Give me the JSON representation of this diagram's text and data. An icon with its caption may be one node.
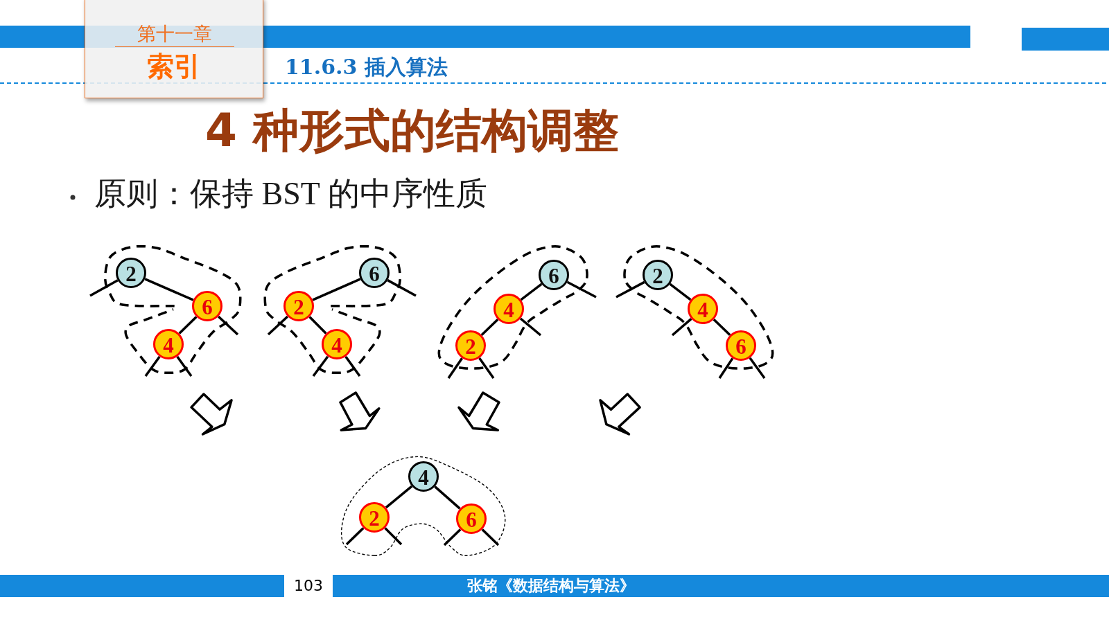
{
  "diagram": {
    "title": "4 种形式的结构调整",
    "nodes": [
      {
        "text": [
          "第十一章",
          "索引"
        ]
      },
      {
        "text": [
          "2"
        ]
      },
      {
        "text": [
          "6"
        ]
      },
      {
        "text": [
          "4"
        ]
      },
      {
        "text": [
          "6"
        ]
      },
      {
        "text": [
          "2"
        ]
      },
      {
        "text": [
          "4"
        ]
      },
      {
        "text": [
          "6"
        ]
      },
      {
        "text": [
          "4"
        ]
      },
      {
        "text": [
          "2"
        ]
      },
      {
        "text": [
          "2"
        ]
      },
      {
        "text": [
          "4"
        ]
      },
      {
        "text": [
          "6"
        ]
      },
      {
        "text": [
          "4"
        ]
      },
      {
        "text": [
          "2"
        ]
      },
      {
        "text": [
          "6"
        ]
      }
    ],
    "edges": [
      {
        "from": 1,
        "to": 2,
        "arrow": "none"
      },
      {
        "from": 2,
        "to": 3,
        "arrow": "none"
      },
      {
        "from": 1,
        "to": null,
        "arrow": "none"
      },
      {
        "from": 2,
        "to": null,
        "arrow": "none"
      },
      {
        "from": 3,
        "to": null,
        "arrow": "none"
      },
      {
        "from": 3,
        "to": null,
        "arrow": "none"
      },
      {
        "from": 4,
        "to": 5,
        "arrow": "none"
      },
      {
        "from": 5,
        "to": 6,
        "arrow": "none"
      },
      {
        "from": 4,
        "to": null,
        "arrow": "none"
      },
      {
        "from": 5,
        "to": null,
        "arrow": "none"
      },
      {
        "from": 6,
        "to": null,
        "arrow": "none"
      },
      {
        "from": 6,
        "to": null,
        "arrow": "none"
      },
      {
        "from": 7,
        "to": 8,
        "arrow": "none"
      },
      {
        "from": 8,
        "to": 9,
        "arrow": "none"
      },
      {
        "from": 7,
        "to": null,
        "arrow": "none"
      },
      {
        "from": 8,
        "to": null,
        "arrow": "none"
      },
      {
        "from": 9,
        "to": null,
        "arrow": "none"
      },
      {
        "from": 9,
        "to": null,
        "arrow": "none"
      },
      {
        "from": 10,
        "to": 11,
        "arrow": "none"
      },
      {
        "from": 11,
        "to": 12,
        "arrow": "none"
      },
      {
        "from": 10,
        "to": null,
        "arrow": "none"
      },
      {
        "from": 11,
        "to": null,
        "arrow": "none"
      },
      {
        "from": 12,
        "to": null,
        "arrow": "none"
      },
      {
        "from": 12,
        "to": null,
        "arrow": "none"
      },
      {
        "from": 13,
        "to": 14,
        "arrow": "none"
      },
      {
        "from": 13,
        "to": 15,
        "arrow": "none"
      },
      {
        "from": 14,
        "to": null,
        "arrow": "none"
      },
      {
        "from": 14,
        "to": null,
        "arrow": "none"
      },
      {
        "from": 15,
        "to": null,
        "arrow": "none"
      },
      {
        "from": 15,
        "to": null,
        "arrow": "none"
      }
    ],
    "labels": [
      "11.6.3 插入算法",
      "原则：保持 BST 的中序性质",
      "103",
      "张铭《数据结构与算法》"
    ]
  }
}
